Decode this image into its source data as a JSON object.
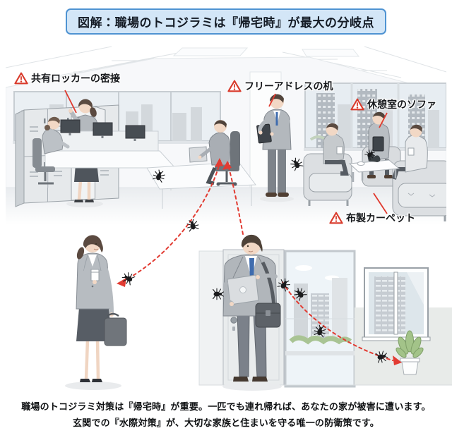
{
  "title": "図解：職場のトコジラミは『帰宅時』が最大の分岐点",
  "warnings": [
    {
      "id": "shared-locker",
      "label": "共有ロッカーの密接"
    },
    {
      "id": "free-address-desk",
      "label": "フリーアドレスの机"
    },
    {
      "id": "breakroom-sofa",
      "label": "休憩室のソファ"
    },
    {
      "id": "fabric-carpet",
      "label": "布製カーペット"
    }
  ],
  "caption": {
    "line1": "職場のトコジラミ対策は『帰宅時』が重要。一匹でも連れ帰れば、あなたの家が被害に遭います。",
    "line2": "玄関での『水際対策』が、大切な家族と住まいを守る唯一の防衛策です。"
  },
  "icons": {
    "warning": "warning-triangle-icon",
    "bug": "bedbug-icon"
  },
  "colors": {
    "banner_bg": "#d3e6f7",
    "banner_border": "#4f93d2",
    "warning_red": "#d93a2b",
    "arrow_red": "#e23b32",
    "text": "#15181c"
  }
}
